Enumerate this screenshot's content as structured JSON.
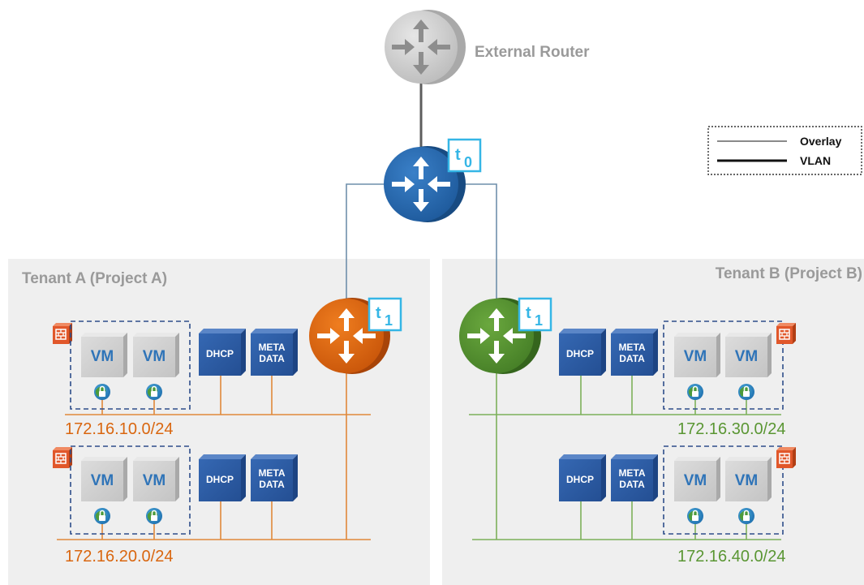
{
  "external_router": {
    "label": "External Router"
  },
  "legend": {
    "overlay": "Overlay",
    "vlan": "VLAN"
  },
  "t0": {
    "badge_letter": "t",
    "badge_sub": "0"
  },
  "tenant_a": {
    "title": "Tenant A (Project A)",
    "t1": {
      "badge_letter": "t",
      "badge_sub": "1"
    },
    "segments": [
      {
        "subnet": "172.16.10.0/24",
        "vm_labels": [
          "VM",
          "VM"
        ],
        "dhcp": "DHCP",
        "meta_line1": "META",
        "meta_line2": "DATA"
      },
      {
        "subnet": "172.16.20.0/24",
        "vm_labels": [
          "VM",
          "VM"
        ],
        "dhcp": "DHCP",
        "meta_line1": "META",
        "meta_line2": "DATA"
      }
    ]
  },
  "tenant_b": {
    "title": "Tenant B (Project B)",
    "t1": {
      "badge_letter": "t",
      "badge_sub": "1"
    },
    "segments": [
      {
        "subnet": "172.16.30.0/24",
        "vm_labels": [
          "VM",
          "VM"
        ],
        "dhcp": "DHCP",
        "meta_line1": "META",
        "meta_line2": "DATA"
      },
      {
        "subnet": "172.16.40.0/24",
        "vm_labels": [
          "VM",
          "VM"
        ],
        "dhcp": "DHCP",
        "meta_line1": "META",
        "meta_line2": "DATA"
      }
    ]
  },
  "colors": {
    "tenant_bg": "#efefef",
    "tenant_title": "#9a9a9a",
    "t0_router": "#2f6fb2",
    "tenant_a_router": "#d9660f",
    "tenant_b_router": "#5a9633",
    "tenant_a_line": "#e0883a",
    "tenant_b_line": "#7cb05a",
    "overlay_line": "#6f8fab",
    "badge_border": "#35b6e6",
    "service_box": "#2e5ea6",
    "vm_box": "#d0d0d0",
    "vm_text": "#2f74b8",
    "firewall": "#e1572a",
    "subnet_a": "#d9660f",
    "subnet_b": "#5a9633"
  }
}
